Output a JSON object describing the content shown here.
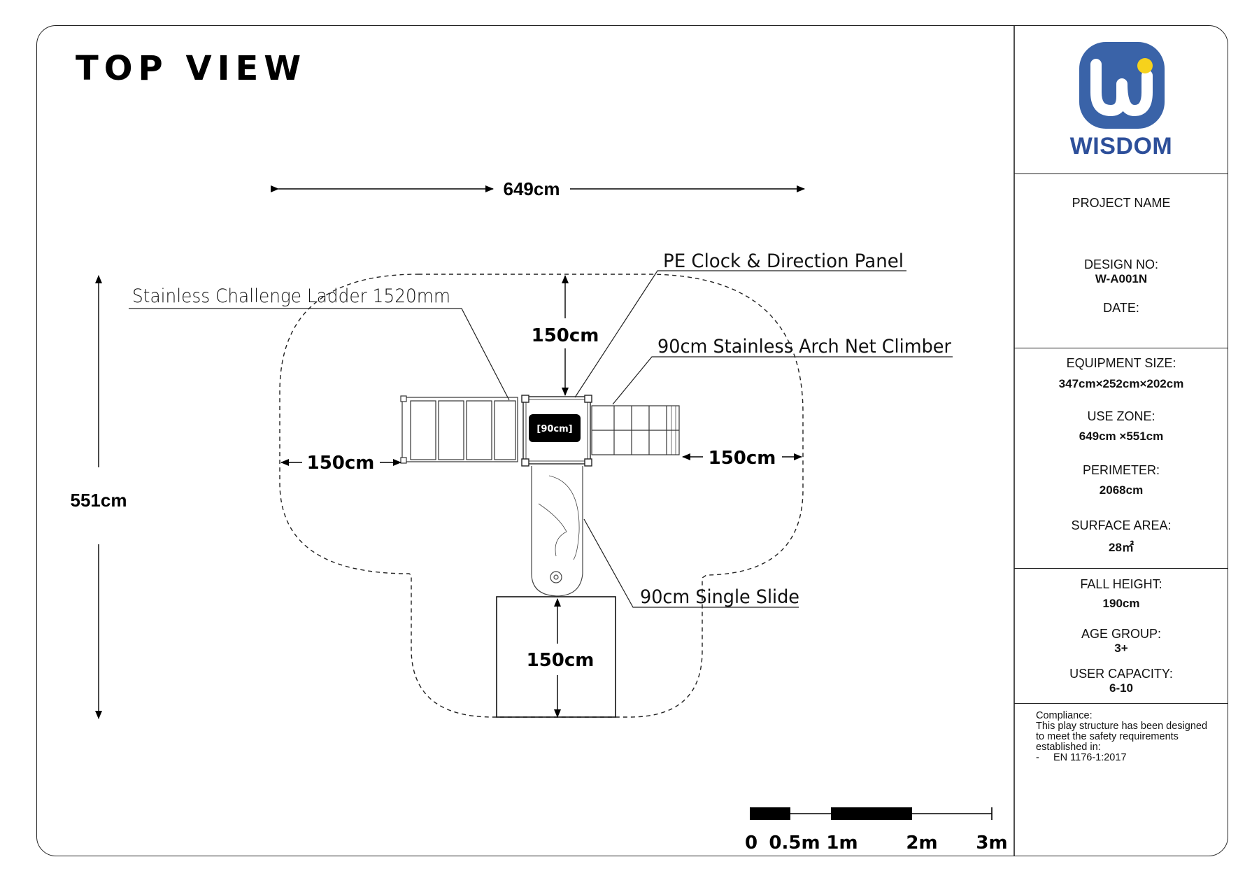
{
  "title": "TOP VIEW",
  "brand": {
    "name": "WISDOM",
    "logo_color": "#3a63a8",
    "logo_dot_color": "#f6d21c",
    "name_color": "#2d4f9a"
  },
  "dimensions": {
    "overall_width": "649cm",
    "overall_height": "551cm",
    "top_clearance": "150cm",
    "left_clearance": "150cm",
    "right_clearance": "150cm",
    "slide_runout": "150cm",
    "deck_height": "[90cm]"
  },
  "callouts": {
    "ladder": "Stainless Challenge Ladder 1520mm",
    "panel": "PE Clock & Direction Panel",
    "net_climber": "90cm Stainless Arch Net Climber",
    "slide": "90cm Single Slide"
  },
  "scale_bar": {
    "labels": [
      "0",
      "0.5m",
      "1m",
      "2m",
      "3m"
    ]
  },
  "title_block": {
    "project_name_label": "PROJECT NAME",
    "design_no_label": "DESIGN NO:",
    "design_no_value": "W-A001N",
    "date_label": "DATE:",
    "equipment_size_label": "EQUIPMENT SIZE:",
    "equipment_size_value": "347cm×252cm×202cm",
    "use_zone_label": "USE ZONE:",
    "use_zone_value": "649cm ×551cm",
    "perimeter_label": "PERIMETER:",
    "perimeter_value": "2068cm",
    "surface_area_label": "SURFACE AREA:",
    "surface_area_value": "28㎡",
    "fall_height_label": "FALL HEIGHT:",
    "fall_height_value": "190cm",
    "age_group_label": "AGE GROUP:",
    "age_group_value": "3+",
    "user_capacity_label": "USER CAPACITY:",
    "user_capacity_value": "6-10"
  },
  "compliance": {
    "lines": [
      "Compliance:",
      "This play structure has been designed",
      "to meet the safety requirements",
      "established in:",
      "-     EN 1176-1:2017"
    ]
  }
}
